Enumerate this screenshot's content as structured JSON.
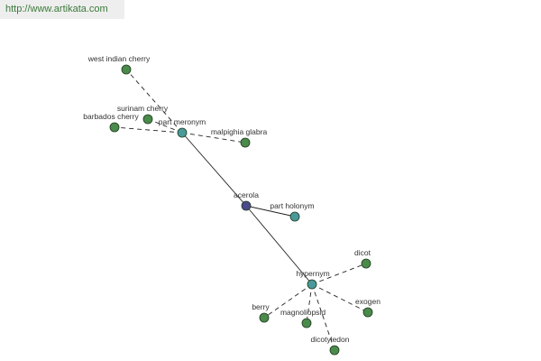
{
  "site_url": "http://www.artikata.com",
  "colors": {
    "center_node": "#4a4a8c",
    "relation_node": "#4a9a9a",
    "leaf_node": "#4a8a4a",
    "edge": "#222222",
    "url_text": "#3a7a3a"
  },
  "graph": {
    "center": {
      "id": "acerola",
      "label": "acerola"
    },
    "relations": [
      {
        "id": "part-meronym",
        "label": "part meronym",
        "children": [
          {
            "id": "west-indian-cherry",
            "label": "west indian cherry"
          },
          {
            "id": "surinam-cherry",
            "label": "surinam cherry"
          },
          {
            "id": "barbados-cherry",
            "label": "barbados cherry"
          },
          {
            "id": "malpighia-glabra",
            "label": "malpighia glabra"
          }
        ]
      },
      {
        "id": "part-holonym",
        "label": "part holonym",
        "children": []
      },
      {
        "id": "hypernym",
        "label": "hypernym",
        "children": [
          {
            "id": "dicot",
            "label": "dicot"
          },
          {
            "id": "exogen",
            "label": "exogen"
          },
          {
            "id": "berry",
            "label": "berry"
          },
          {
            "id": "magnoliopsid",
            "label": "magnoliopsid"
          },
          {
            "id": "dicotyledon",
            "label": "dicotyledon"
          }
        ]
      }
    ]
  }
}
